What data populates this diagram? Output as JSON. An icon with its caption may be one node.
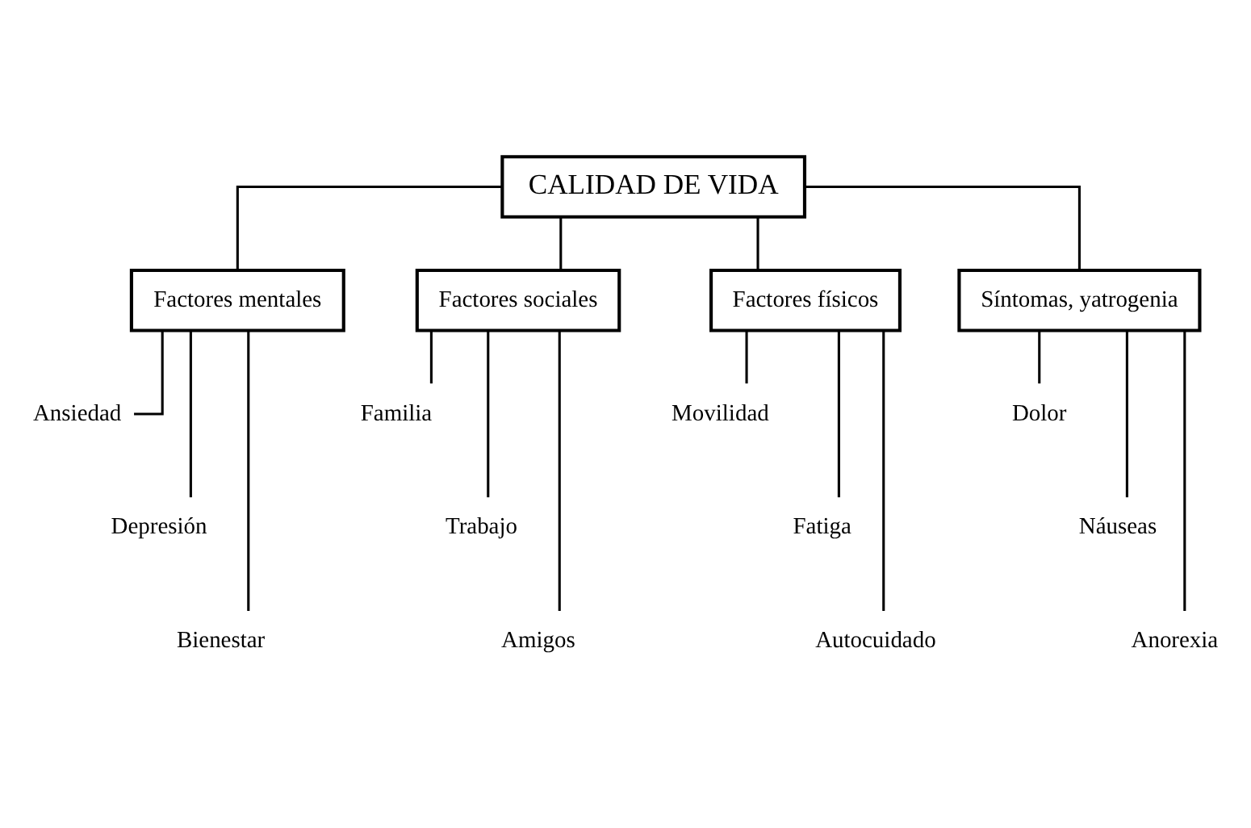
{
  "diagram": {
    "nodes": [
      {
        "text": [
          "CALIDAD DE VIDA"
        ]
      },
      {
        "text": [
          "Factores mentales"
        ]
      },
      {
        "text": [
          "Factores sociales"
        ]
      },
      {
        "text": [
          "Factores físicos"
        ]
      },
      {
        "text": [
          "Síntomas, yatrogenia"
        ]
      },
      {
        "text": [
          "Ansiedad"
        ]
      },
      {
        "text": [
          "Depresión"
        ]
      },
      {
        "text": [
          "Bienestar"
        ]
      },
      {
        "text": [
          "Familia"
        ]
      },
      {
        "text": [
          "Trabajo"
        ]
      },
      {
        "text": [
          "Amigos"
        ]
      },
      {
        "text": [
          "Movilidad"
        ]
      },
      {
        "text": [
          "Fatiga"
        ]
      },
      {
        "text": [
          "Autocuidado"
        ]
      },
      {
        "text": [
          "Dolor"
        ]
      },
      {
        "text": [
          "Náuseas"
        ]
      },
      {
        "text": [
          "Anorexia"
        ]
      }
    ],
    "edges": [
      {
        "from": 0,
        "to": 1,
        "arrow": "none"
      },
      {
        "from": 0,
        "to": 2,
        "arrow": "none"
      },
      {
        "from": 0,
        "to": 3,
        "arrow": "none"
      },
      {
        "from": 0,
        "to": 4,
        "arrow": "none"
      },
      {
        "from": 1,
        "to": 5,
        "arrow": "none"
      },
      {
        "from": 1,
        "to": 6,
        "arrow": "none"
      },
      {
        "from": 1,
        "to": 7,
        "arrow": "none"
      },
      {
        "from": 2,
        "to": 8,
        "arrow": "none"
      },
      {
        "from": 2,
        "to": 9,
        "arrow": "none"
      },
      {
        "from": 2,
        "to": 10,
        "arrow": "none"
      },
      {
        "from": 3,
        "to": 11,
        "arrow": "none"
      },
      {
        "from": 3,
        "to": 12,
        "arrow": "none"
      },
      {
        "from": 3,
        "to": 13,
        "arrow": "none"
      },
      {
        "from": 4,
        "to": 14,
        "arrow": "none"
      },
      {
        "from": 4,
        "to": 15,
        "arrow": "none"
      },
      {
        "from": 4,
        "to": 16,
        "arrow": "none"
      }
    ]
  }
}
